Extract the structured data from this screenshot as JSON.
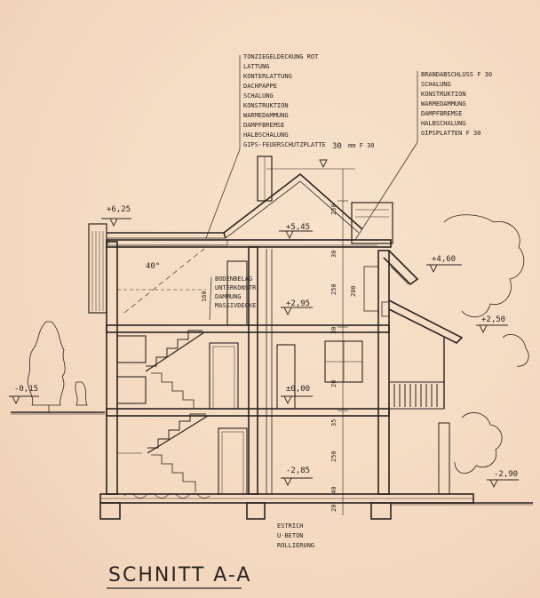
{
  "drawing": {
    "title": "SCHNITT A-A",
    "roof_layers": [
      "TONZIEGELDECKUNG ROT",
      "LATTUNG",
      "KONTERLATTUNG",
      "DACHPAPPE",
      "SCHALUNG",
      "KONSTRUKTION",
      "WARMEDAMMUNG",
      "DAMPFBREMSE",
      "HALBSCHALUNG",
      "GIPS-FEUERSCHUTZPLATTE"
    ],
    "roof_layers_suffix": "mm  F 30",
    "roof_layers_suffix_value": "30",
    "fire_layers": [
      "BRANDABSCHLUSS  F 30",
      "SCHALUNG",
      "KONSTRUKTION",
      "WARMEDAMMUNG",
      "DAMPFBREMSE",
      "HALBSCHALUNG",
      "GIPSPLATTEN  F 30"
    ],
    "floor_layers": [
      "BODENBELAG",
      "UNTERKONSTR.",
      "DAMMUNG",
      "MASSIVDECKE"
    ],
    "base_layers": [
      "ESTRICH",
      "U-BETON",
      "ROLLIERUNG"
    ],
    "levels": {
      "l625": "+6,25",
      "l545": "+5,45",
      "l460": "+4,60",
      "l295": "+2,95",
      "l250": "+2,50",
      "l000": "±0,00",
      "lm015": "-0,15",
      "lm285": "-2,85",
      "lm290": "-2,90"
    },
    "roof_angle": "40°",
    "dims": {
      "d30a": "30",
      "d250a": "250",
      "d200": "200",
      "d30b": "30",
      "d250b": "250",
      "d20": "20",
      "d35": "35",
      "d250c": "250",
      "d40": "40",
      "d160": "160",
      "d20b": "20"
    }
  }
}
